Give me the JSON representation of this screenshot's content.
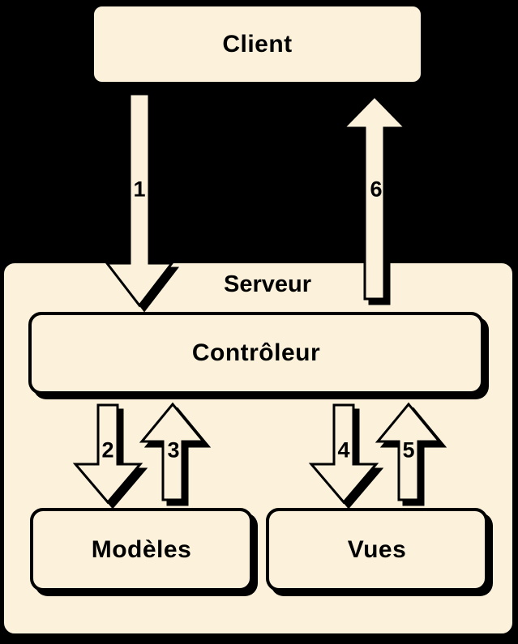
{
  "diagram": {
    "type": "flow-diagram",
    "subject": "MVC client-server architecture",
    "colors": {
      "background": "#000000",
      "node_fill": "#FCF2DC",
      "outline": "#000000",
      "text": "#000000"
    },
    "nodes": {
      "client": {
        "label": "Client"
      },
      "serveur": {
        "label": "Serveur"
      },
      "controleur": {
        "label": "Contrôleur"
      },
      "modeles": {
        "label": "Modèles"
      },
      "vues": {
        "label": "Vues"
      }
    },
    "arrows": [
      {
        "label": "1",
        "from": "Client",
        "to": "Contrôleur",
        "direction": "down"
      },
      {
        "label": "2",
        "from": "Contrôleur",
        "to": "Modèles",
        "direction": "down"
      },
      {
        "label": "3",
        "from": "Modèles",
        "to": "Contrôleur",
        "direction": "up"
      },
      {
        "label": "4",
        "from": "Contrôleur",
        "to": "Vues",
        "direction": "down"
      },
      {
        "label": "5",
        "from": "Vues",
        "to": "Contrôleur",
        "direction": "up"
      },
      {
        "label": "6",
        "from": "Contrôleur",
        "to": "Client",
        "direction": "up"
      }
    ]
  }
}
